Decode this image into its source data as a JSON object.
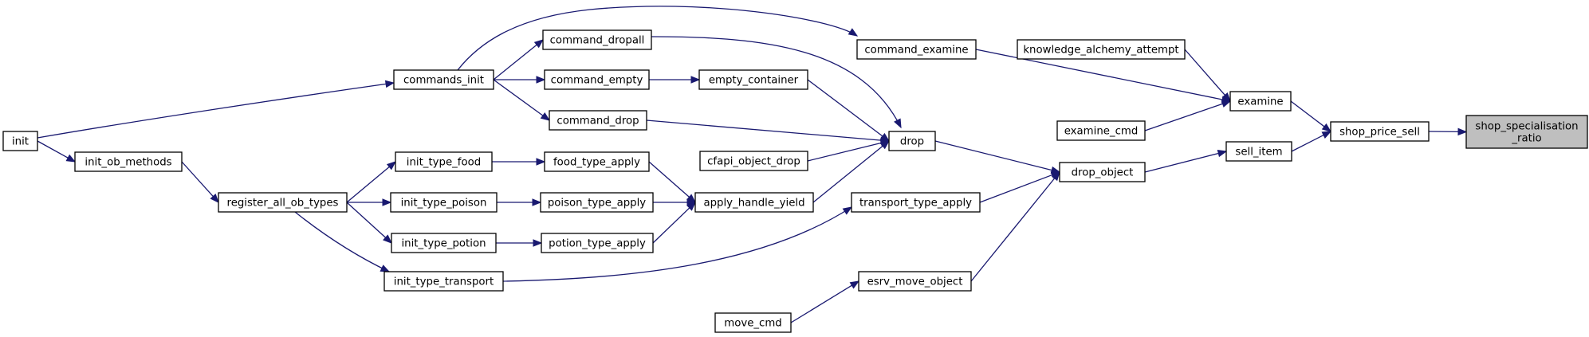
{
  "graph": {
    "type": "call-graph",
    "target": "shop_specialisation_ratio",
    "nodes": [
      {
        "id": "shop_specialisation_ratio",
        "lines": [
          "shop_specialisation",
          "_ratio"
        ],
        "target": true
      },
      {
        "id": "shop_price_sell",
        "lines": [
          "shop_price_sell"
        ]
      },
      {
        "id": "examine",
        "lines": [
          "examine"
        ]
      },
      {
        "id": "sell_item",
        "lines": [
          "sell_item"
        ]
      },
      {
        "id": "knowledge_alchemy_attempt",
        "lines": [
          "knowledge_alchemy_attempt"
        ]
      },
      {
        "id": "examine_cmd",
        "lines": [
          "examine_cmd"
        ]
      },
      {
        "id": "command_examine",
        "lines": [
          "command_examine"
        ]
      },
      {
        "id": "drop_object",
        "lines": [
          "drop_object"
        ]
      },
      {
        "id": "drop",
        "lines": [
          "drop"
        ]
      },
      {
        "id": "transport_type_apply",
        "lines": [
          "transport_type_apply"
        ]
      },
      {
        "id": "esrv_move_object",
        "lines": [
          "esrv_move_object"
        ]
      },
      {
        "id": "move_cmd",
        "lines": [
          "move_cmd"
        ]
      },
      {
        "id": "commands_init",
        "lines": [
          "commands_init"
        ]
      },
      {
        "id": "command_dropall",
        "lines": [
          "command_dropall"
        ]
      },
      {
        "id": "command_empty",
        "lines": [
          "command_empty"
        ]
      },
      {
        "id": "empty_container",
        "lines": [
          "empty_container"
        ]
      },
      {
        "id": "command_drop",
        "lines": [
          "command_drop"
        ]
      },
      {
        "id": "cfapi_object_drop",
        "lines": [
          "cfapi_object_drop"
        ]
      },
      {
        "id": "apply_handle_yield",
        "lines": [
          "apply_handle_yield"
        ]
      },
      {
        "id": "food_type_apply",
        "lines": [
          "food_type_apply"
        ]
      },
      {
        "id": "poison_type_apply",
        "lines": [
          "poison_type_apply"
        ]
      },
      {
        "id": "potion_type_apply",
        "lines": [
          "potion_type_apply"
        ]
      },
      {
        "id": "init_type_food",
        "lines": [
          "init_type_food"
        ]
      },
      {
        "id": "init_type_poison",
        "lines": [
          "init_type_poison"
        ]
      },
      {
        "id": "init_type_potion",
        "lines": [
          "init_type_potion"
        ]
      },
      {
        "id": "init_type_transport",
        "lines": [
          "init_type_transport"
        ]
      },
      {
        "id": "register_all_ob_types",
        "lines": [
          "register_all_ob_types"
        ]
      },
      {
        "id": "init_ob_methods",
        "lines": [
          "init_ob_methods"
        ]
      },
      {
        "id": "init",
        "lines": [
          "init"
        ]
      }
    ],
    "edges": [
      {
        "from": "shop_price_sell",
        "to": "shop_specialisation_ratio"
      },
      {
        "from": "examine",
        "to": "shop_price_sell"
      },
      {
        "from": "sell_item",
        "to": "shop_price_sell"
      },
      {
        "from": "command_examine",
        "to": "examine"
      },
      {
        "from": "knowledge_alchemy_attempt",
        "to": "examine"
      },
      {
        "from": "examine_cmd",
        "to": "examine"
      },
      {
        "from": "drop_object",
        "to": "sell_item"
      },
      {
        "from": "drop",
        "to": "drop_object"
      },
      {
        "from": "transport_type_apply",
        "to": "drop_object"
      },
      {
        "from": "esrv_move_object",
        "to": "drop_object"
      },
      {
        "from": "move_cmd",
        "to": "esrv_move_object"
      },
      {
        "from": "commands_init",
        "to": "command_examine"
      },
      {
        "from": "command_dropall",
        "to": "drop"
      },
      {
        "from": "empty_container",
        "to": "drop"
      },
      {
        "from": "command_drop",
        "to": "drop"
      },
      {
        "from": "cfapi_object_drop",
        "to": "drop"
      },
      {
        "from": "apply_handle_yield",
        "to": "drop"
      },
      {
        "from": "commands_init",
        "to": "command_dropall"
      },
      {
        "from": "commands_init",
        "to": "command_empty"
      },
      {
        "from": "commands_init",
        "to": "command_drop"
      },
      {
        "from": "command_empty",
        "to": "empty_container"
      },
      {
        "from": "food_type_apply",
        "to": "apply_handle_yield"
      },
      {
        "from": "poison_type_apply",
        "to": "apply_handle_yield"
      },
      {
        "from": "potion_type_apply",
        "to": "apply_handle_yield"
      },
      {
        "from": "init_type_food",
        "to": "food_type_apply"
      },
      {
        "from": "init_type_poison",
        "to": "poison_type_apply"
      },
      {
        "from": "init_type_potion",
        "to": "potion_type_apply"
      },
      {
        "from": "init_type_transport",
        "to": "transport_type_apply"
      },
      {
        "from": "register_all_ob_types",
        "to": "init_type_food"
      },
      {
        "from": "register_all_ob_types",
        "to": "init_type_poison"
      },
      {
        "from": "register_all_ob_types",
        "to": "init_type_potion"
      },
      {
        "from": "register_all_ob_types",
        "to": "init_type_transport"
      },
      {
        "from": "init_ob_methods",
        "to": "register_all_ob_types"
      },
      {
        "from": "init",
        "to": "init_ob_methods"
      },
      {
        "from": "init",
        "to": "commands_init"
      }
    ]
  }
}
